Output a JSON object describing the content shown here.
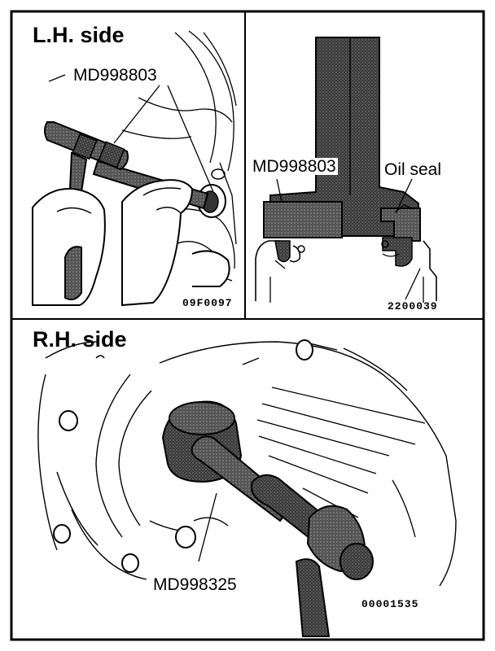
{
  "panels": {
    "lh": {
      "title": "L.H. side",
      "tool_label": "MD998803",
      "figure_code": "09F0097"
    },
    "detail": {
      "tool_label": "MD998803",
      "seal_label": "Oil seal",
      "figure_code": "2200039"
    },
    "rh": {
      "title": "R.H. side",
      "tool_label": "MD998325",
      "figure_code": "00001535"
    }
  }
}
